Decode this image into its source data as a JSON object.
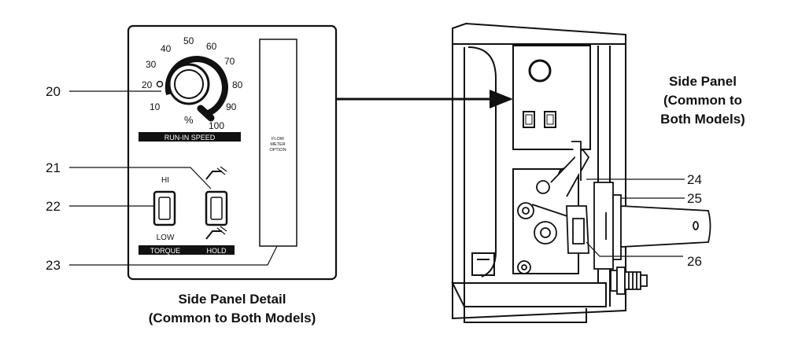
{
  "callouts": {
    "c20": "20",
    "c21": "21",
    "c22": "22",
    "c23": "23",
    "c24": "24",
    "c25": "25",
    "c26": "26"
  },
  "dial": {
    "ticks": [
      "10",
      "20",
      "30",
      "40",
      "50",
      "60",
      "70",
      "80",
      "90",
      "100"
    ],
    "unit": "%",
    "label": "RUN-IN SPEED"
  },
  "switches": {
    "hi": "HI",
    "low": "LOW",
    "torque": "TORQUE",
    "hold": "HOLD"
  },
  "flow_meter": {
    "line1": "FLOW",
    "line2": "METER",
    "line3": "OPTION"
  },
  "captions": {
    "detail_line1": "Side Panel Detail",
    "detail_line2": "(Common to Both Models)",
    "side_line1": "Side Panel",
    "side_line2": "(Common to",
    "side_line3": "Both Models)"
  }
}
